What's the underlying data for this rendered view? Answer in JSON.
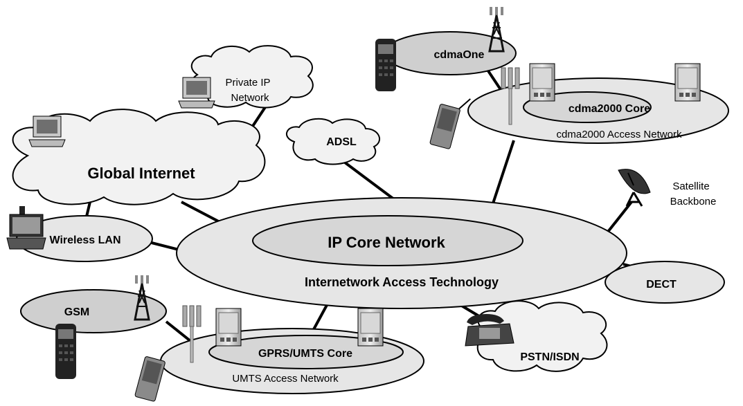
{
  "colors": {
    "ellipse_fill": "#e6e6e6",
    "inner_fill": "#d6d6d6",
    "gray_fill": "#cfcfcf",
    "cloud_fill": "#f2f2f2",
    "line": "#000000",
    "device_dark": "#222222",
    "device_mid": "#8a8a8a"
  },
  "labels": {
    "global_internet": "Global Internet",
    "private_ip_line1": "Private IP",
    "private_ip_line2": "Network",
    "adsl": "ADSL",
    "cdmaone": "cdmaOne",
    "cdma2000_core": "cdma2000 Core",
    "cdma2000_access": "cdma2000 Access Network",
    "satellite_line1": "Satellite",
    "satellite_line2": "Backbone",
    "wireless_lan": "Wireless LAN",
    "ip_core": "IP Core Network",
    "internetwork": "Internetwork Access Technology",
    "dect": "DECT",
    "gsm": "GSM",
    "gprs_umts_core": "GPRS/UMTS Core",
    "umts_access": "UMTS Access Network",
    "pstn_isdn": "PSTN/ISDN"
  },
  "icons": [
    "desktop-computer-icon",
    "laptop-icon",
    "mobile-phone-icon",
    "pda-icon",
    "cell-tower-icon",
    "antenna-icon",
    "server-rack-icon",
    "satellite-dish-icon",
    "desk-telephone-icon"
  ]
}
